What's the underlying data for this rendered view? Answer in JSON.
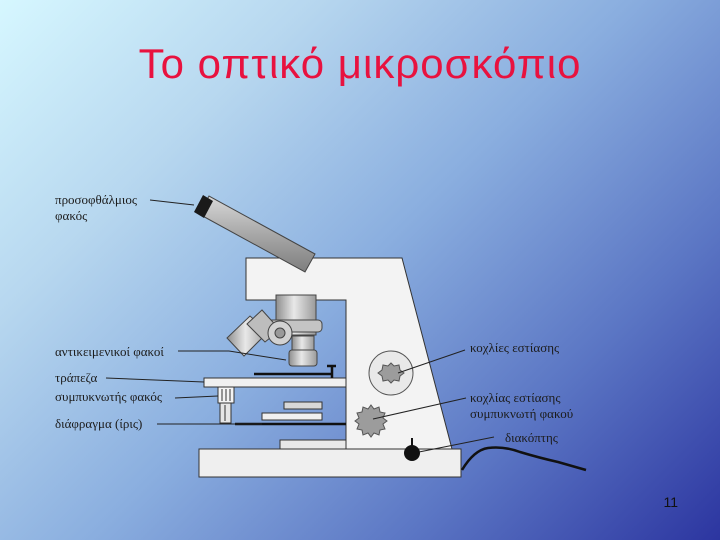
{
  "title": "Το οπτικό μικροσκόπιο",
  "labels": {
    "eyepiece_line1": "προσοφθάλμιος",
    "eyepiece_line2": "φακός",
    "objectives": "αντικειμενικοί φακοί",
    "stage": "τράπεζα",
    "condenser": "συμπυκνωτής φακός",
    "diaphragm": "διάφραγμα (ίρις)",
    "focus_knobs": "κοχλίες εστίασης",
    "condenser_knob_line1": "κοχλίας εστίασης",
    "condenser_knob_line2": "συμπυκνωτή φακού",
    "switch": "διακόπτης"
  },
  "page_number": "11"
}
